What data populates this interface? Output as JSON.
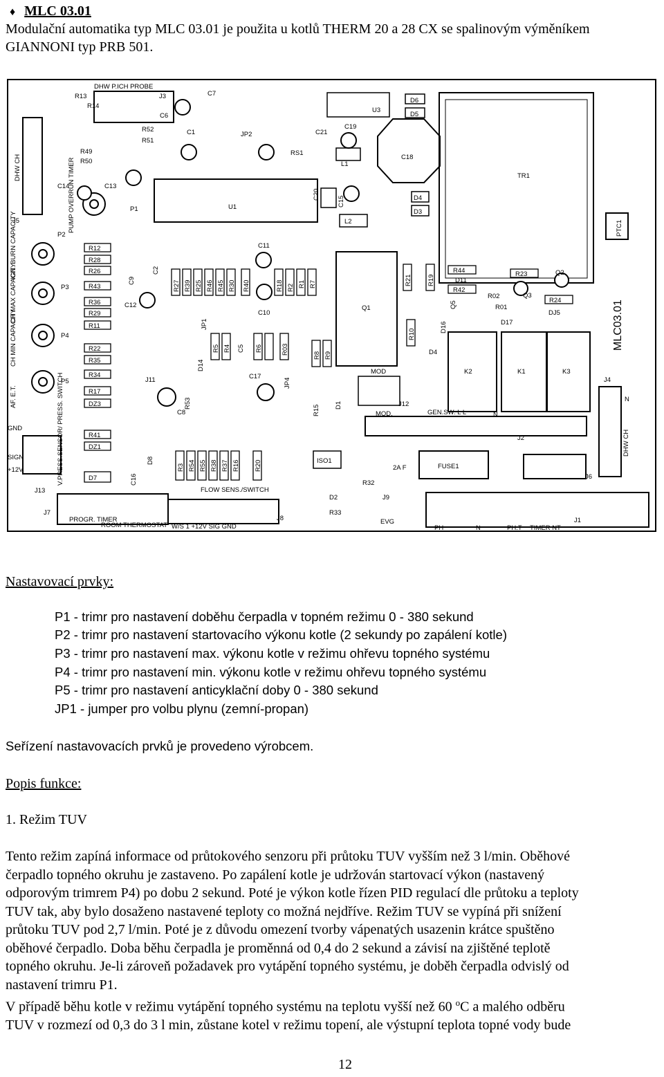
{
  "header": {
    "bullet": "♦",
    "title": "MLC 03.01",
    "intro_line1": "Modulační automatika typ MLC 03.01 je použita u kotlů THERM 20 a 28 CX se spalinovým výměníkem",
    "intro_line2": "GIANNONI typ PRB 501."
  },
  "diagram": {
    "board_label": "MLC03.01",
    "labels": {
      "dhw_pich_probe": "DHW P.ICH PROBE",
      "j3": "J3",
      "c7": "C7",
      "d6": "D6",
      "d5": "D5",
      "u3": "U3",
      "r13": "R13",
      "r14": "R14",
      "c6": "C6",
      "r52": "R52",
      "r51": "R51",
      "c1": "C1",
      "jp2": "JP2",
      "rs1": "RS1",
      "c21": "C21",
      "c19": "C19",
      "l1": "L1",
      "c18": "C18",
      "tr1": "TR1",
      "r49": "R49",
      "r50": "R50",
      "dhw_ch": "DHW  CH",
      "c14": "C14",
      "c13": "C13",
      "u1": "U1",
      "c20": "C20",
      "c15": "C15",
      "d4a": "D4",
      "d3": "D3",
      "l2": "L2",
      "ptc1": "PTC1",
      "p1": "P1",
      "pump_overrun": "PUMP OVERRUN TIMER",
      "j5": "J5",
      "p2": "P2",
      "ign_burn": "IGN. BURN CAPACITY",
      "r12": "R12",
      "r28": "R28",
      "r26": "R26",
      "r43": "R43",
      "r36": "R36",
      "r29": "R29",
      "r11": "R11",
      "r22": "R22",
      "r35": "R35",
      "r34": "R34",
      "r17": "R17",
      "dz3": "DZ3",
      "c2": "C2",
      "c9": "C9",
      "c11": "C11",
      "c10": "C10",
      "r27": "R27",
      "r39": "R39",
      "r25": "R25",
      "r46": "R46",
      "r45": "R45",
      "r30": "R30",
      "r40": "R40",
      "r18": "R18",
      "r2": "R2",
      "r1": "R1",
      "r7": "R7",
      "r21": "R21",
      "r19": "R19",
      "r44": "R44",
      "d11": "D11",
      "r42": "R42",
      "r23": "R23",
      "q2": "Q2",
      "q3": "Q3",
      "r02": "R02",
      "r24": "R24",
      "r01": "R01",
      "dj5": "DJ5",
      "d17": "D17",
      "q5": "Q5",
      "d16": "D16",
      "q1": "Q1",
      "p3": "P3",
      "ch_max": "CH MAX CAPACITY",
      "c12": "C12",
      "jp1": "JP1",
      "p4": "P4",
      "ch_min": "CH MIN CAPACITY",
      "r5": "R5",
      "r4": "R4",
      "c5": "C5",
      "r6": "R6",
      "r03": "R03",
      "r8": "R8",
      "r9": "R9",
      "r10": "R10",
      "d4b": "D4",
      "d14": "D14",
      "k2": "K2",
      "k1": "K1",
      "k3": "K3",
      "j4": "J4",
      "p5": "P5",
      "af_et": "AF. E.T.",
      "j11": "J11",
      "c17": "C17",
      "jp4": "JP4",
      "mod": "MOD",
      "r53": "R53",
      "c8": "C8",
      "r15": "R15",
      "d1": "D1",
      "j12": "J12",
      "mod2": "MOD.",
      "gen_sw": "GEN.SW. L  L",
      "n_a": "N",
      "n_b": "N",
      "dhw_ch2": "DHW  CH",
      "j2": "J2",
      "r41": "R41",
      "dz1": "DZ1",
      "d8": "D8",
      "r3": "R3",
      "r54": "R54",
      "r55": "R55",
      "r38": "R38",
      "r37": "R37",
      "r16": "R16",
      "r20": "R20",
      "iso1": "ISO1",
      "fuse1": "FUSE1",
      "twoaf": "2A F",
      "gnd": "GND",
      "sign": "SIGN",
      "p12v": "+12V",
      "vpress": "V.PRESS.SENSOR/ PRESS. SWITCH",
      "d7": "D7",
      "c16": "C16",
      "r32": "R32",
      "j13": "J13",
      "j6": "J6",
      "flow_sens": "FLOW SENS./SWITCH",
      "d2": "D2",
      "j9": "J9",
      "r33": "R33",
      "evg": "EVG",
      "j7": "J7",
      "progr_timer": "PROGR. TIMER",
      "room_thermostat": "ROOM THERMOSTAT",
      "j8": "J8",
      "ws_row": "W/S  1  +12V  SIG  GND",
      "j1": "J1",
      "ph": "PH",
      "n_c": "N",
      "ph_t": "PH.T",
      "timer_nt": "TIMER NT"
    }
  },
  "settings": {
    "heading": "Nastavovací prvky:",
    "items": [
      "P1 - trimr pro nastavení doběhu čerpadla v topném režimu 0 - 380 sekund",
      "P2 - trimr pro nastavení startovacího výkonu kotle (2 sekundy po zapálení kotle)",
      "P3 - trimr pro nastavení max. výkonu kotle v režimu ohřevu topného systému",
      "P4 - trimr pro nastavení min. výkonu kotle v režimu ohřevu topného systému",
      "P5 - trimr pro nastavení anticyklační doby 0 - 380 sekund",
      "JP1 - jumper pro volbu plynu (zemní-propan)"
    ],
    "note": "Seřízení nastavovacích prvků je provedeno výrobcem."
  },
  "function": {
    "heading": "Popis funkce:",
    "mode": "1.  Režim TUV",
    "para1_lines": [
      "Tento režim zapíná informace od průtokového senzoru při průtoku TUV vyšším než 3 l/min. Oběhové",
      "čerpadlo topného okruhu je zastaveno. Po zapálení kotle je udržován startovací výkon (nastavený",
      "odporovým trimrem P4) po dobu 2 sekund. Poté je výkon kotle řízen PID regulací  dle průtoku a teploty",
      "TUV tak, aby bylo dosaženo  nastavené teploty co možná nejdříve. Režim TUV se vypíná při snížení",
      "průtoku TUV pod 2,7 l/min. Poté je z důvodu omezení tvorby vápenatých usazenin krátce spuštěno",
      "oběhové čerpadlo. Doba běhu čerpadla je proměnná od 0,4 do 2 sekund a závisí na zjištěné teplotě",
      "topného okruhu. Je-li zároveň požadavek pro vytápění topného systému, je doběh čerpadla odvislý od",
      "nastavení trimru P1."
    ],
    "para2_pre": "V případě běhu kotle v režimu vytápění topného systému na teplotu vyšší než 60 ",
    "para2_sup": "o",
    "para2_post": "C  a malého odběru",
    "para2_line2": "TUV v rozmezí od 0,3 do 3 l min, zůstane kotel v režimu topení, ale výstupní teplota topné vody bude"
  },
  "footer": {
    "page_number": "12"
  }
}
